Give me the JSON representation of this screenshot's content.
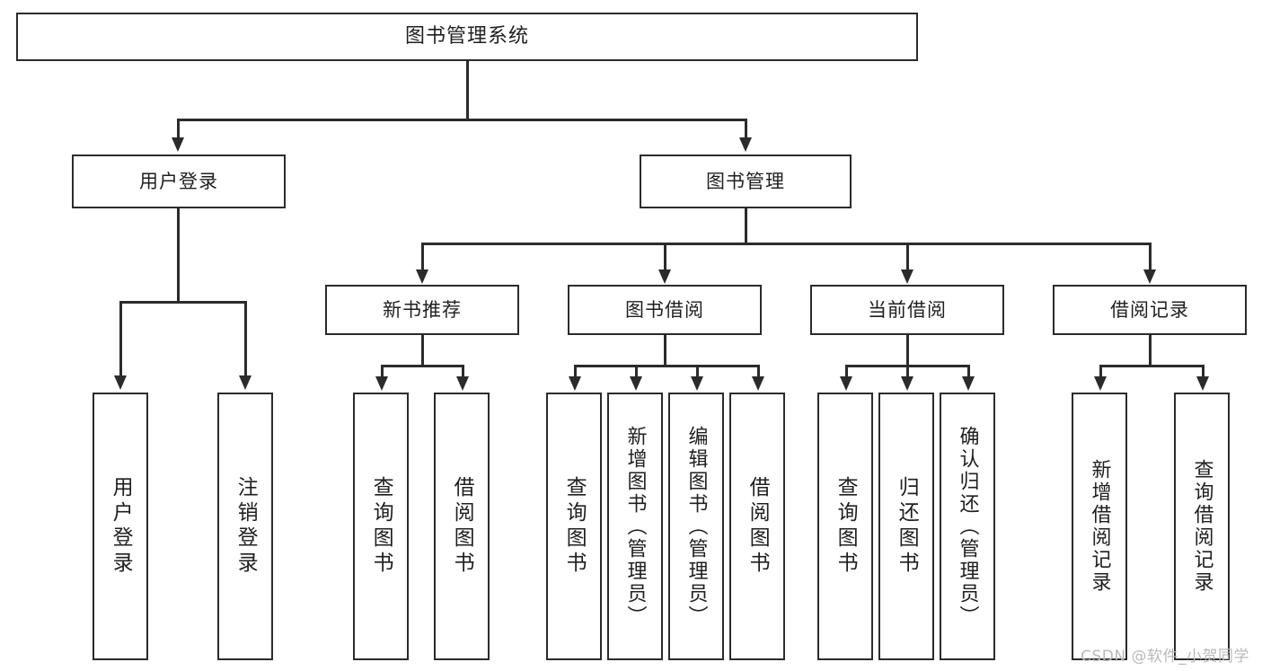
{
  "diagram": {
    "title": "图书管理系统",
    "type": "tree",
    "root": {
      "id": "root",
      "label": "图书管理系统"
    },
    "level2": [
      {
        "id": "user-login",
        "label": "用户登录"
      },
      {
        "id": "book-manage",
        "label": "图书管理"
      }
    ],
    "level3": [
      {
        "id": "new-book",
        "label": "新书推荐"
      },
      {
        "id": "borrow",
        "label": "图书借阅"
      },
      {
        "id": "current",
        "label": "当前借阅"
      },
      {
        "id": "record",
        "label": "借阅记录"
      }
    ],
    "leaves": {
      "user_login": [
        {
          "id": "leaf-user-login",
          "label": "用户登录"
        },
        {
          "id": "leaf-logout",
          "label": "注销登录"
        }
      ],
      "new_book": [
        {
          "id": "leaf-query-book-1",
          "label": "查询图书"
        },
        {
          "id": "leaf-borrow-book-1",
          "label": "借阅图书"
        }
      ],
      "borrow": [
        {
          "id": "leaf-query-book-2",
          "label": "查询图书"
        },
        {
          "id": "leaf-add-book",
          "label": "新增图书（管理员）"
        },
        {
          "id": "leaf-edit-book",
          "label": "编辑图书（管理员）"
        },
        {
          "id": "leaf-borrow-book-2",
          "label": "借阅图书"
        }
      ],
      "current": [
        {
          "id": "leaf-query-book-3",
          "label": "查询图书"
        },
        {
          "id": "leaf-return-book",
          "label": "归还图书"
        },
        {
          "id": "leaf-confirm-return",
          "label": "确认归还（管理员）"
        }
      ],
      "record": [
        {
          "id": "leaf-add-record",
          "label": "新增借阅记录"
        },
        {
          "id": "leaf-query-record",
          "label": "查询借阅记录"
        }
      ]
    }
  },
  "watermark": {
    "text": "CSDN @软件_小贺同学"
  },
  "colors": {
    "stroke": "#2b2b2b",
    "fill": "#ffffff",
    "text": "#1f1f1f",
    "watermark": "#b9b9b9"
  }
}
